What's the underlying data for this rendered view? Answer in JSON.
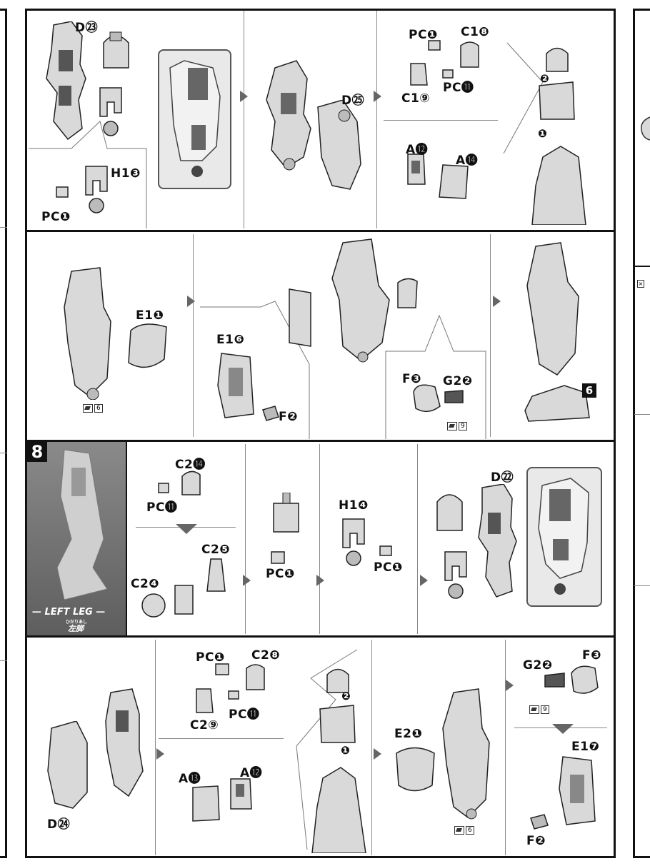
{
  "labels": {
    "d23": "D㉓",
    "h13": "H1❸",
    "pc1_a": "PC❶",
    "d25": "D㉕",
    "pc1_b": "PC❶",
    "c18": "C1❽",
    "pc11_a": "PC⓫",
    "c19": "C1⑨",
    "a12_a": "A⓬",
    "a14": "A⓮",
    "e11": "E1❶",
    "e16": "E1❻",
    "f2_a": "F❷",
    "f3_a": "F❸",
    "g22_a": "G2❷",
    "c214": "C2⓮",
    "pc11_b": "PC⓫",
    "c25": "C2❺",
    "c24": "C2❹",
    "pc1_c": "PC❶",
    "h14": "H1❹",
    "pc1_d": "PC❶",
    "d22": "D㉒",
    "pc1_e": "PC❶",
    "c28": "C2❽",
    "pc11_c": "PC⓫",
    "c29": "C2⑨",
    "a13": "A⓭",
    "a12_b": "A⓬",
    "d24": "D㉔",
    "e21": "E2❶",
    "g22_b": "G2❷",
    "f3_b": "F❸",
    "e17": "E1❼",
    "f2_b": "F❷",
    "order2_a": "❷",
    "order1_a": "❶",
    "order2_b": "❷",
    "order1_b": "❶"
  },
  "stickers": {
    "s1": "6",
    "s2": "9",
    "s3": "9",
    "s4": "6"
  },
  "step_badges": {
    "step8": "8",
    "ref6": "6"
  },
  "left_leg": {
    "title": "— LEFT LEG —",
    "ruby": "ひだりあし",
    "jp": "左脚"
  },
  "right_edge": {
    "mark": "×"
  },
  "colors": {
    "part": "#d9d9d9",
    "part_dark": "#555555",
    "frame": "#111111",
    "callout_bg": "#e9e9e9",
    "photo_bg": "#6e6e6e"
  }
}
